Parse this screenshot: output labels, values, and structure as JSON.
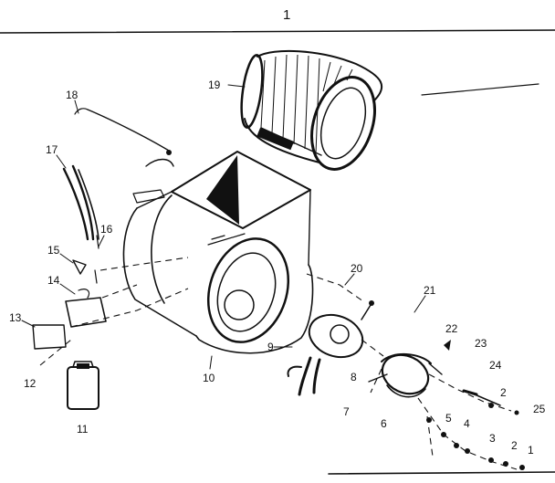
{
  "diagram": {
    "title": "1",
    "callouts": {
      "c1": "1",
      "c2a": "2",
      "c2b": "2",
      "c3": "3",
      "c4": "4",
      "c5": "5",
      "c6": "6",
      "c7": "7",
      "c8": "8",
      "c9": "9",
      "c10": "10",
      "c11": "11",
      "c12": "12",
      "c13": "13",
      "c14": "14",
      "c15": "15",
      "c16": "16",
      "c17": "17",
      "c18": "18",
      "c19": "19",
      "c20": "20",
      "c21": "21",
      "c22": "22",
      "c23": "23",
      "c24": "24",
      "c25": "25"
    }
  }
}
